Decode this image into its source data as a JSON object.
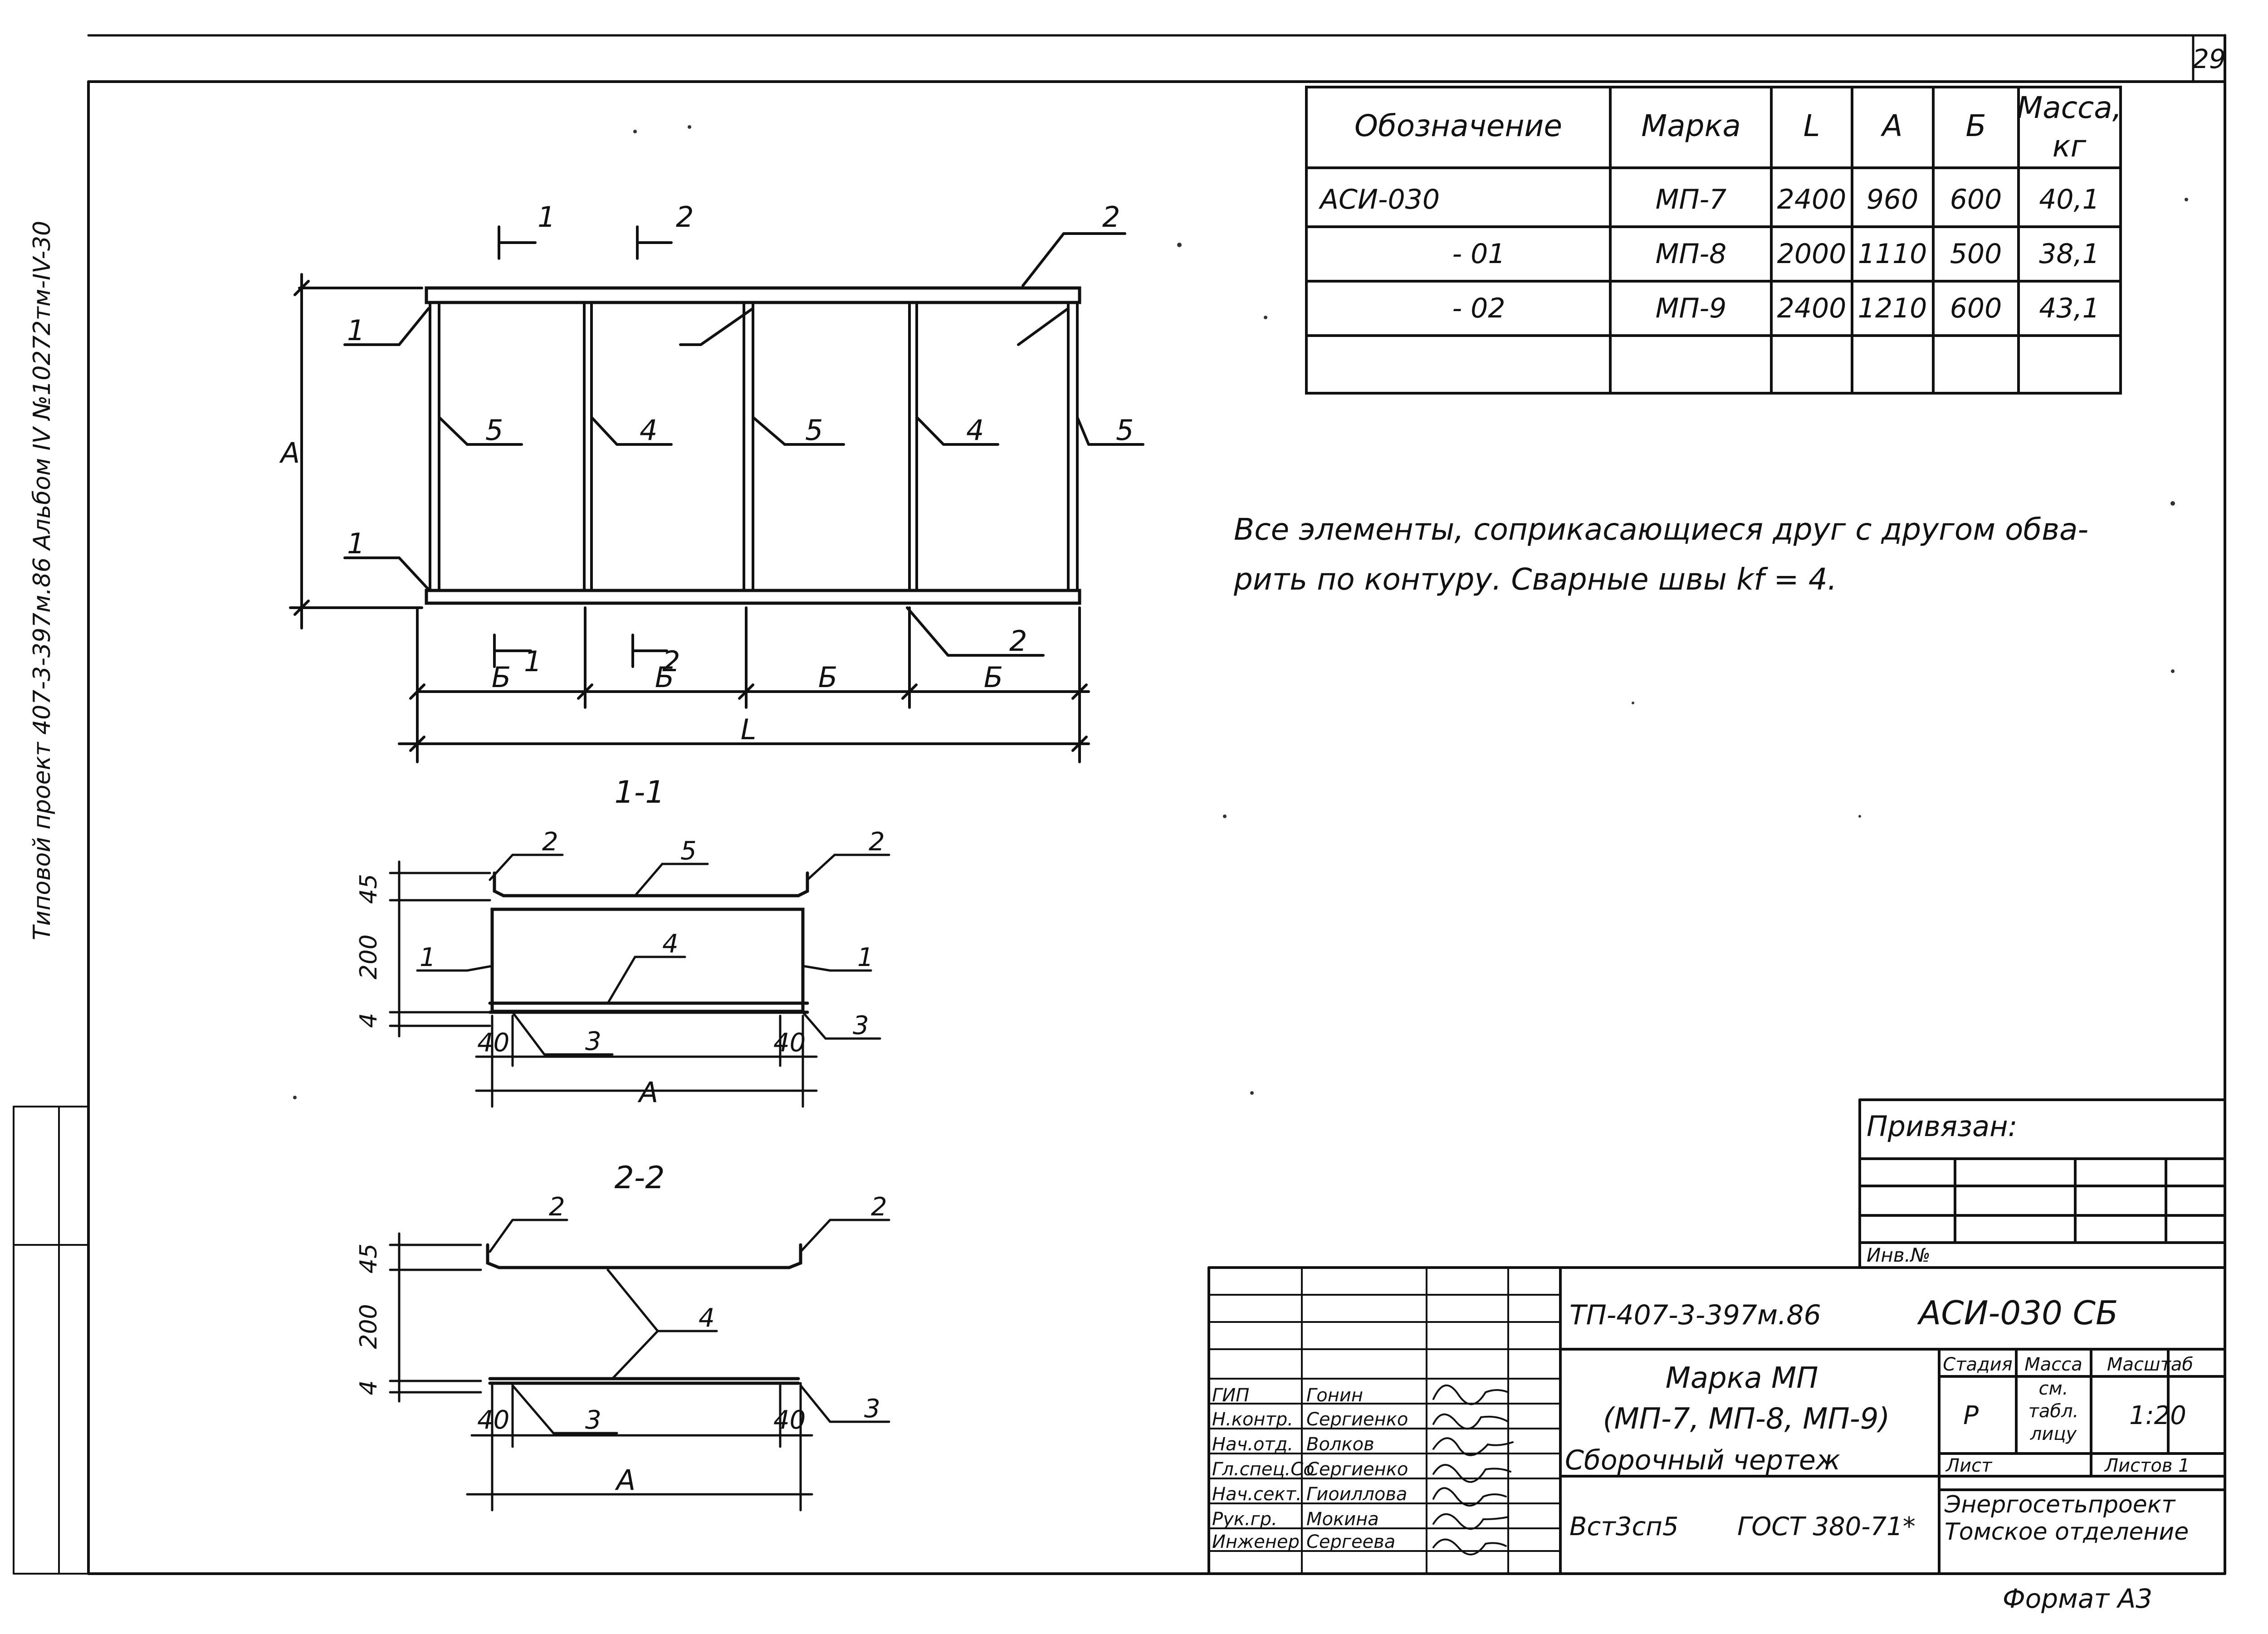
{
  "page_number": "29",
  "side_stamp": "Типовой проект 407-3-397м.86  Альбом IV №10272тм-IV-30",
  "spec_table": {
    "headers": [
      "Обозначение",
      "Марка",
      "L",
      "A",
      "Б",
      "Масса,",
      "кг"
    ],
    "rows": [
      [
        "АСИ-030",
        "МП-7",
        "2400",
        "960",
        "600",
        "40,1"
      ],
      [
        "- 01",
        "МП-8",
        "2000",
        "1110",
        "500",
        "38,1"
      ],
      [
        "- 02",
        "МП-9",
        "2400",
        "1210",
        "600",
        "43,1"
      ]
    ]
  },
  "note": {
    "line1": "Все элементы, соприкасающиеся друг с другом обва-",
    "line2": "рить по контуру. Сварные швы kf = 4."
  },
  "plan_view": {
    "callouts": {
      "c1": "1",
      "c2": "2",
      "c4": "4",
      "c5": "5"
    },
    "dims": {
      "A": "А",
      "L": "L",
      "B": "Б"
    },
    "sections": {
      "s1": "1",
      "s2": "2"
    }
  },
  "section_1": {
    "title": "1-1",
    "dims": {
      "d45": "45",
      "d200": "200",
      "d4": "4",
      "d40": "40",
      "A": "А"
    },
    "callouts": {
      "c1": "1",
      "c2": "2",
      "c3": "3",
      "c4": "4",
      "c5": "5"
    }
  },
  "section_2": {
    "title": "2-2",
    "dims": {
      "d45": "45",
      "d200": "200",
      "d4": "4",
      "d40": "40",
      "A": "А"
    },
    "callouts": {
      "c2": "2",
      "c3": "3",
      "c4": "4"
    }
  },
  "privyazan": {
    "label": "Привязан:",
    "inv": "Инв.№"
  },
  "title_block": {
    "project_code": "ТП-407-3-397м.86",
    "doc_code": "АСИ-030 СБ",
    "name_line1": "Марка МП",
    "name_line2": "(МП-7, МП-8, МП-9)",
    "doc_type": "Сборочный чертеж",
    "material": "Вст3сп5",
    "gost": "ГОСТ 380-71*",
    "stage_label": "Стадия",
    "mass_label": "Масса",
    "scale_label": "Масштаб",
    "stage_value": "Р",
    "mass_value_1": "см.",
    "mass_value_2": "табл.",
    "mass_value_3": "лицу",
    "scale_value": "1:20",
    "sheet_label": "Лист",
    "sheets_label": "Листов 1",
    "org_line1": "Энергосетьпроект",
    "org_line2": "Томское отделение",
    "format": "Формат А3",
    "signatures": [
      {
        "role": "ГИП",
        "name": "Гонин"
      },
      {
        "role": "Н.контр.",
        "name": "Сергиенко"
      },
      {
        "role": "Нач.отд.",
        "name": "Волков"
      },
      {
        "role": "Гл.спец.Со",
        "name": "Сергиенко"
      },
      {
        "role": "Нач.сект.",
        "name": "Гиоиллова"
      },
      {
        "role": "Рук.гр.",
        "name": "Мокина"
      },
      {
        "role": "Инженер",
        "name": "Сергеева"
      }
    ]
  }
}
